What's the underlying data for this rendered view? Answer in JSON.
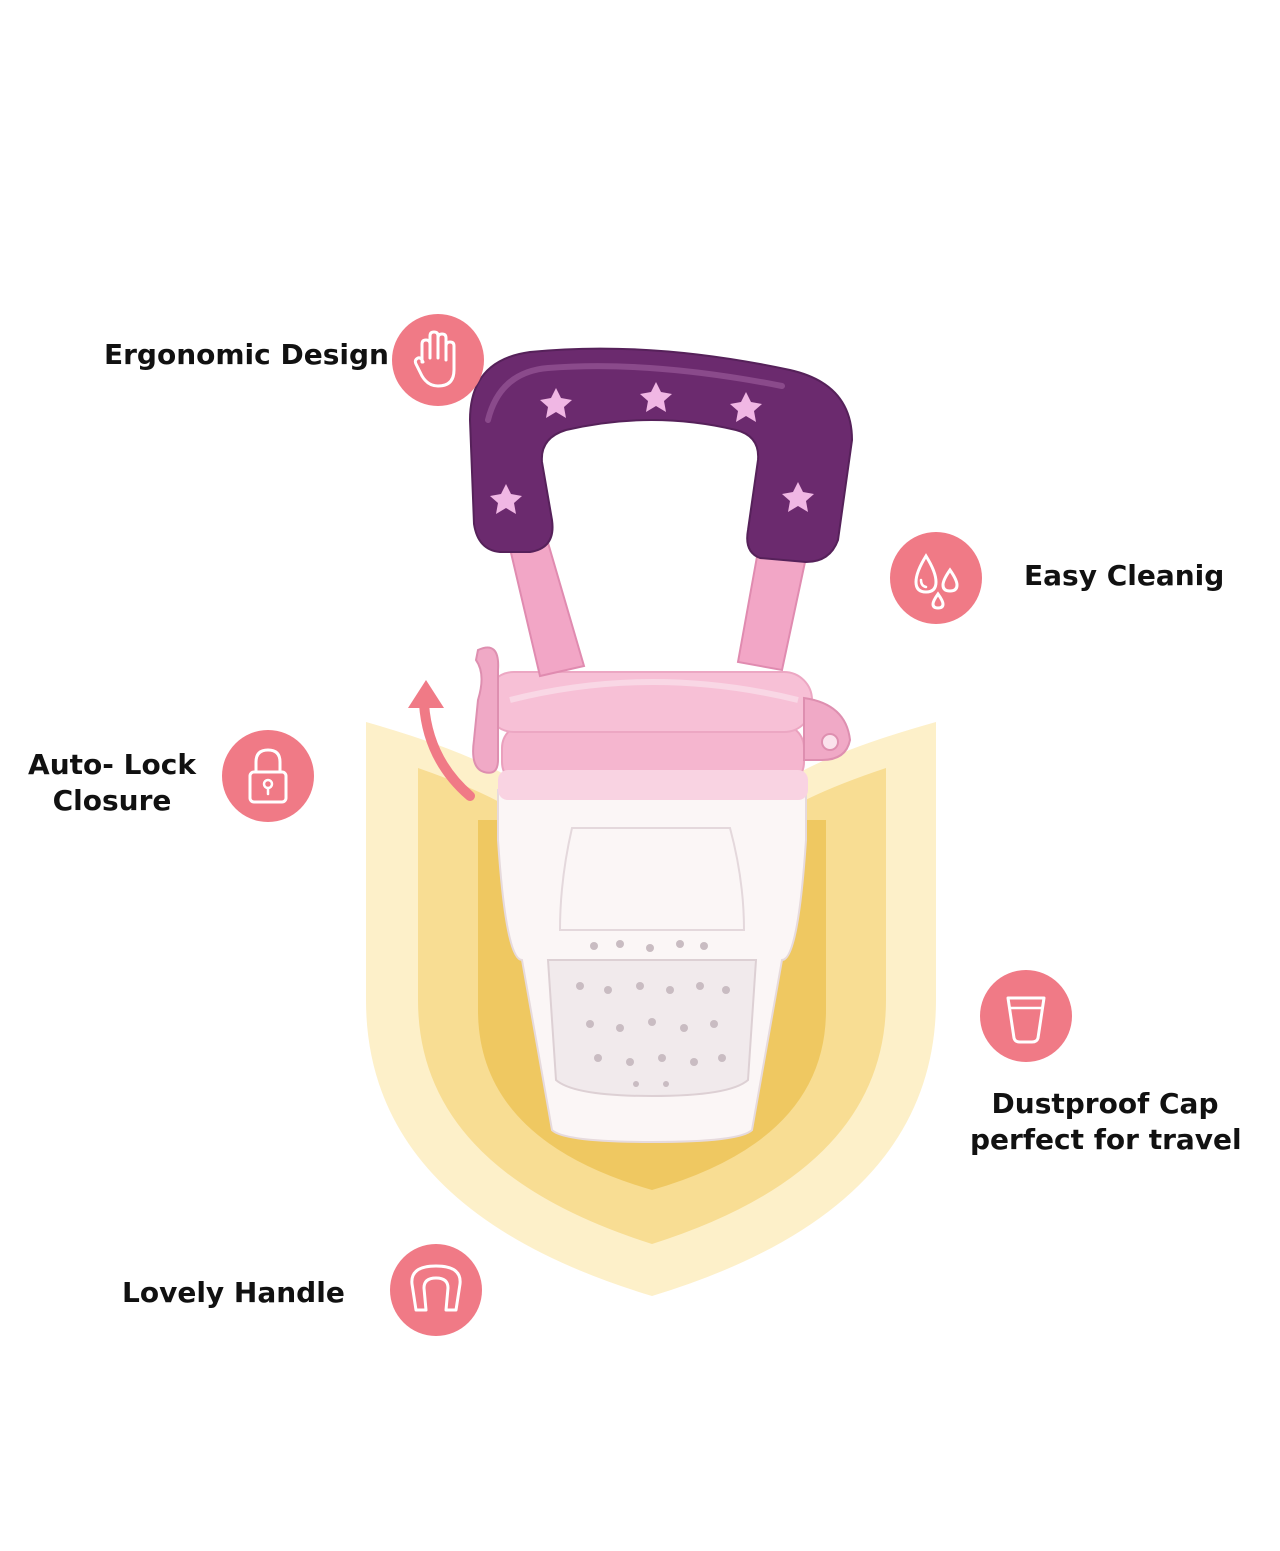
{
  "features": {
    "ergonomic": {
      "label": "Ergonomic Design",
      "icon": "hand-icon"
    },
    "cleaning": {
      "label": "Easy Cleanig",
      "icon": "water-drops-icon"
    },
    "autolock": {
      "line1": "Auto- Lock",
      "line2": "Closure",
      "icon": "padlock-icon"
    },
    "dustproof": {
      "line1": "Dustproof Cap",
      "line2": "perfect for travel",
      "icon": "cup-icon"
    },
    "handle": {
      "label": "Lovely Handle",
      "icon": "handle-icon"
    }
  },
  "colors": {
    "badge": "#f07a86",
    "handle_purple": "#6b2a6e",
    "stem_pink": "#f2a6c6",
    "collar_pink": "#f5b6cf",
    "shield_outer": "#fdf0c9",
    "shield_middle": "#f8dd93",
    "shield_inner": "#efc861"
  }
}
